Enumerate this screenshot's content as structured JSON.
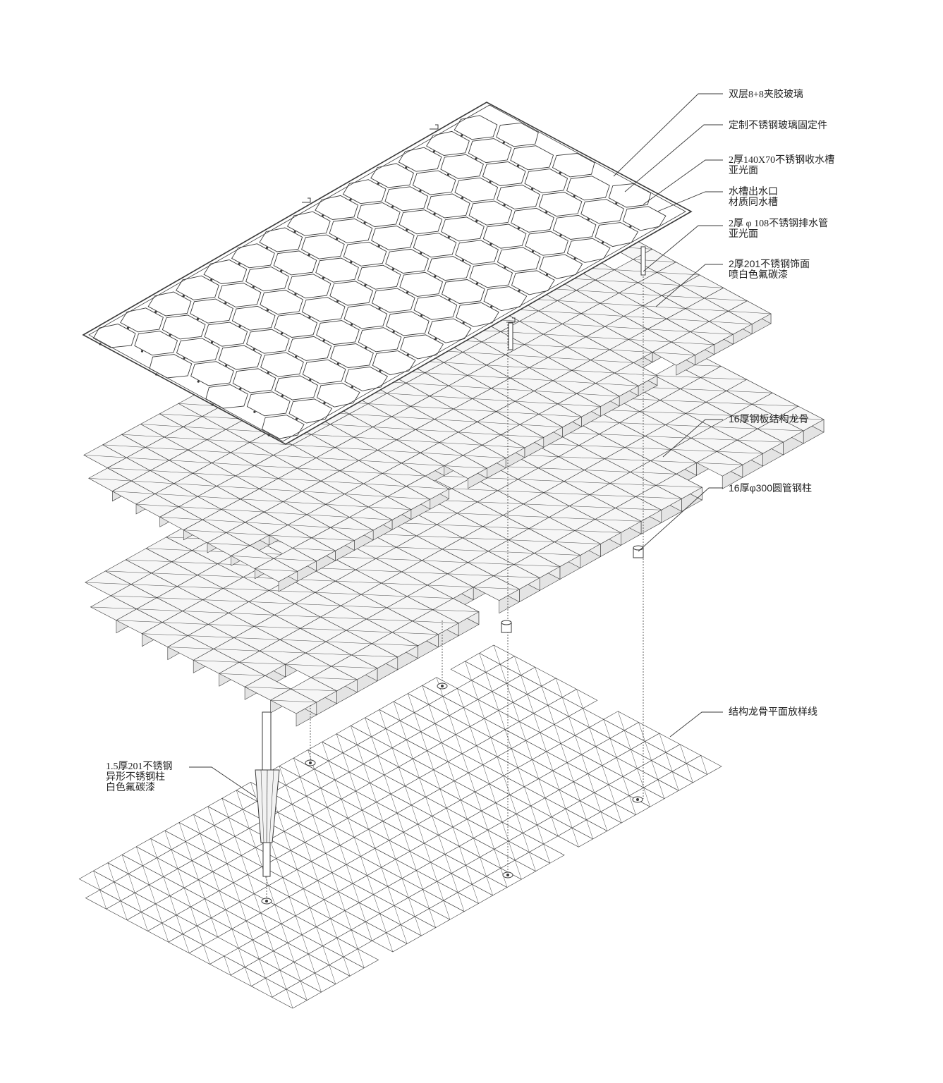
{
  "colors": {
    "line": "#3a3a3a",
    "background": "#ffffff",
    "face_light": "#f6f6f6",
    "face_dark": "#e4e4e4"
  },
  "labels": {
    "glass": [
      "双层8+8夹胶玻璃"
    ],
    "fixing": [
      "定制不锈钢玻璃固定件"
    ],
    "gutter": [
      "2厚140X70不锈钢收水槽",
      "亚光面"
    ],
    "outlet": [
      "水槽出水口",
      "材质同水槽"
    ],
    "drain_pipe": [
      "2厚 φ 108不锈钢排水管",
      "亚光面"
    ],
    "cladding": [
      "2厚201不锈钢饰面",
      "喷白色氟碳漆"
    ],
    "keel": [
      "16厚钢板结构龙骨"
    ],
    "column": [
      "16厚φ300圆管钢柱"
    ],
    "setout": [
      "结构龙骨平面放样线"
    ],
    "special_column": [
      "1.5厚201不锈钢",
      "异形不锈钢柱",
      "白色氟碳漆"
    ]
  }
}
